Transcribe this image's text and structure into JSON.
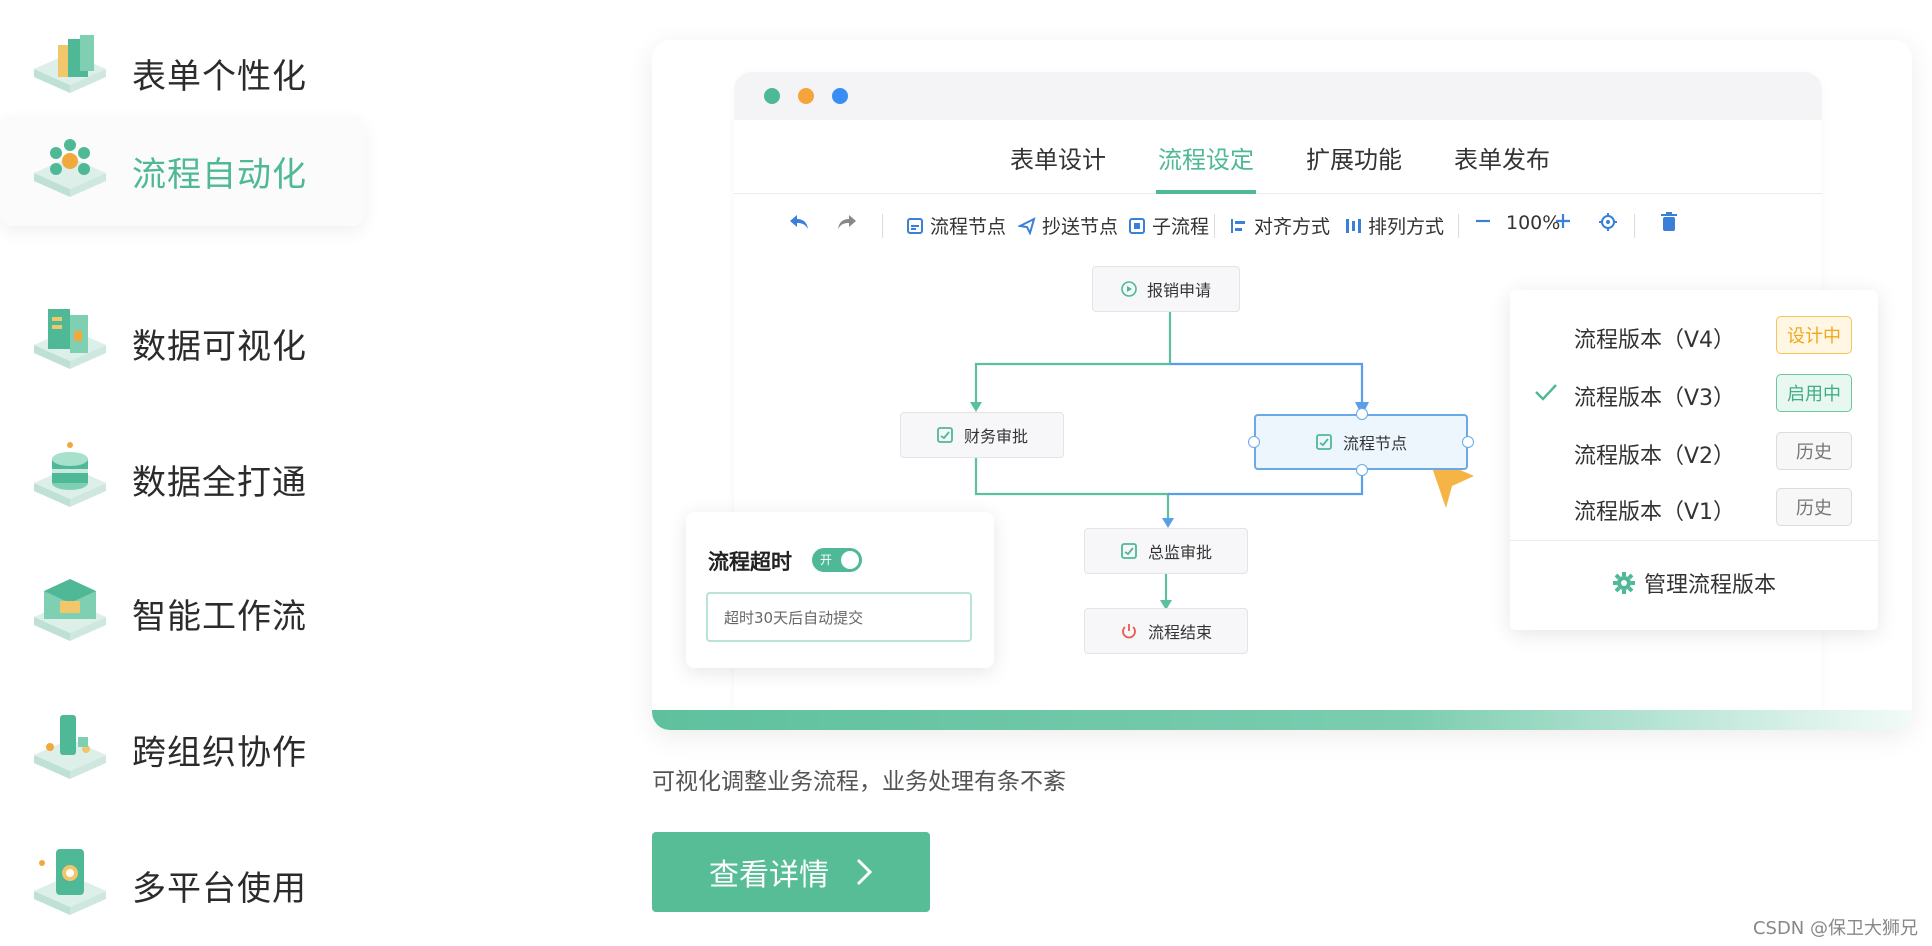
{
  "sidebar": {
    "items": [
      {
        "label": "表单个性化",
        "icon": "form-personalize-icon",
        "active": false
      },
      {
        "label": "流程自动化",
        "icon": "process-automation-icon",
        "active": true
      },
      {
        "label": "数据可视化",
        "icon": "data-visualization-icon",
        "active": false
      },
      {
        "label": "数据全打通",
        "icon": "data-integration-icon",
        "active": false
      },
      {
        "label": "智能工作流",
        "icon": "smart-workflow-icon",
        "active": false
      },
      {
        "label": "跨组织协作",
        "icon": "cross-org-icon",
        "active": false
      },
      {
        "label": "多平台使用",
        "icon": "multi-platform-icon",
        "active": false
      }
    ]
  },
  "window": {
    "dots": [
      "#4fb896",
      "#f5a43b",
      "#3a8df5"
    ],
    "tabs": [
      {
        "label": "表单设计",
        "active": false
      },
      {
        "label": "流程设定",
        "active": true
      },
      {
        "label": "扩展功能",
        "active": false
      },
      {
        "label": "表单发布",
        "active": false
      }
    ],
    "toolbar": {
      "flow_node": "流程节点",
      "cc_node": "抄送节点",
      "sub_flow": "子流程",
      "align": "对齐方式",
      "arrange": "排列方式",
      "zoom": "100%"
    }
  },
  "flow": {
    "nodes": {
      "start": "报销申请",
      "finance": "财务审批",
      "flow_node": "流程节点",
      "director": "总监审批",
      "end": "流程结束"
    }
  },
  "timeout_popup": {
    "title": "流程超时",
    "toggle_text": "开",
    "input_value": "超时30天后自动提交"
  },
  "versions": {
    "rows": [
      {
        "label": "流程版本（V4）",
        "badge": "设计中",
        "kind": "design",
        "checked": false
      },
      {
        "label": "流程版本（V3）",
        "badge": "启用中",
        "kind": "active",
        "checked": true
      },
      {
        "label": "流程版本（V2）",
        "badge": "历史",
        "kind": "history",
        "checked": false
      },
      {
        "label": "流程版本（V1）",
        "badge": "历史",
        "kind": "history",
        "checked": false
      }
    ],
    "manage_label": "管理流程版本"
  },
  "description": "可视化调整业务流程，业务处理有条不紊",
  "detail_button": "查看详情",
  "watermark": "CSDN @保卫大狮兄",
  "colors": {
    "accent": "#4fb896",
    "flow_blue": "#5b9ee8"
  }
}
